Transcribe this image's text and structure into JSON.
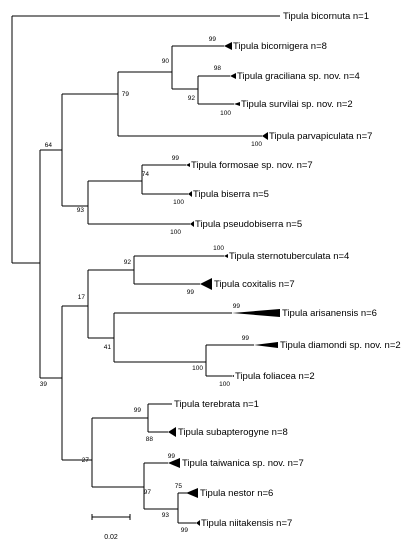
{
  "taxa": {
    "bicornuta": "Tipula bicornuta n=1",
    "bicornigera": "Tipula bicornigera n=8",
    "graciliana": "Tipula graciliana sp. nov. n=4",
    "survilai": "Tipula survilai sp. nov. n=2",
    "parvapiculata": "Tipula parvapiculata n=7",
    "formosae": "Tipula formosae sp. nov. n=7",
    "biserra": "Tipula biserra n=5",
    "pseudobiserra": "Tipula pseudobiserra n=5",
    "sternotuberculata": "Tipula sternotuberculata n=4",
    "coxitalis": "Tipula coxitalis n=7",
    "arisanensis": "Tipula arisanensis n=6",
    "diamondi": "Tipula diamondi sp. nov. n=2",
    "foliacea": "Tipula foliacea n=2",
    "terebrata": "Tipula terebrata n=1",
    "subapterogyne": "Tipula subapterogyne n=8",
    "taiwanica": "Tipula taiwanica sp. nov. n=7",
    "nestor": "Tipula nestor n=6",
    "niitakensis": "Tipula niitakensis n=7"
  },
  "support": {
    "n64": "64",
    "n79": "79",
    "n90": "90",
    "n99_bicornigera": "99",
    "n92_grac": "92",
    "n98": "98",
    "n100_survilai": "100",
    "n100_parva": "100",
    "n93_form": "93",
    "n74": "74",
    "n99_form": "99",
    "n100_biserra": "100",
    "n100_pseudo": "100",
    "n39": "39",
    "n17": "17",
    "n92_stern": "92",
    "n100_stern": "100",
    "n99_coxit": "99",
    "n41": "41",
    "n99_aris": "99",
    "n100_dia": "100",
    "n99_dia": "99",
    "n100_fol": "100",
    "n27": "27",
    "n99_tere": "99",
    "n88": "88",
    "n97": "97",
    "n99_taiw": "99",
    "n93_nest": "93",
    "n75": "75",
    "n99_niit": "99"
  },
  "scale_bar": {
    "label": "0.02"
  }
}
